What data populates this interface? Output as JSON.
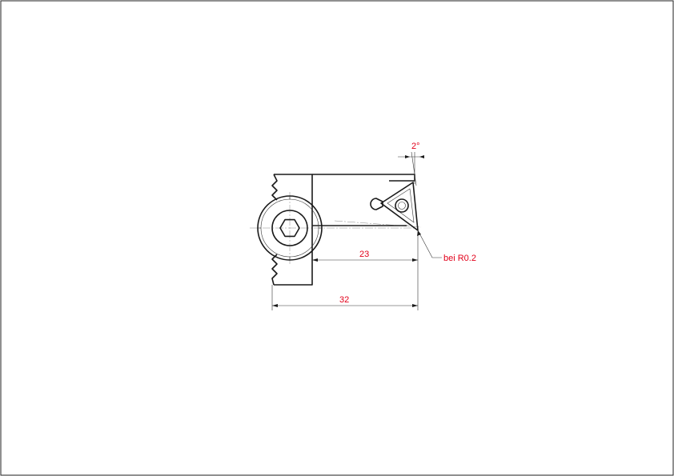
{
  "drawing": {
    "dimensions": {
      "angle": "2°",
      "radius_note": "bei R0.2",
      "distance_inner": "23",
      "distance_total": "32"
    },
    "colors": {
      "dimension_text": "#e2001a",
      "outline": "#1a1a1a",
      "frame": "#222222"
    }
  }
}
